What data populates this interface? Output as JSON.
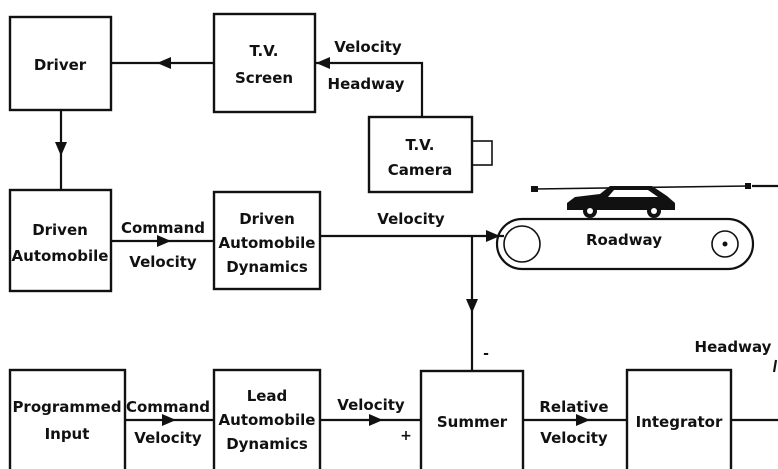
{
  "blocks": {
    "driver": [
      "Driver"
    ],
    "tv_screen": [
      "T.V.",
      "Screen"
    ],
    "tv_camera": [
      "T.V.",
      "Camera"
    ],
    "driven_automobile": [
      "Driven",
      "Automobile"
    ],
    "driven_dynamics": [
      "Driven",
      "Automobile",
      "Dynamics"
    ],
    "roadway": [
      "Roadway"
    ],
    "programmed_input": [
      "Programmed",
      "Input"
    ],
    "lead_dynamics": [
      "Lead",
      "Automobile",
      "Dynamics"
    ],
    "summer": [
      "Summer"
    ],
    "integrator": [
      "Integrator"
    ]
  },
  "signals": {
    "camera_velocity": "Velocity",
    "camera_headway": "Headway",
    "driven_command": [
      "Command",
      "Velocity"
    ],
    "driven_velocity": "Velocity",
    "lead_command": [
      "Command",
      "Velocity"
    ],
    "lead_velocity": "Velocity",
    "relative_velocity": [
      "Relative",
      "Velocity"
    ],
    "headway": "Headway"
  },
  "signs": {
    "minus": "-",
    "plus": "+"
  }
}
